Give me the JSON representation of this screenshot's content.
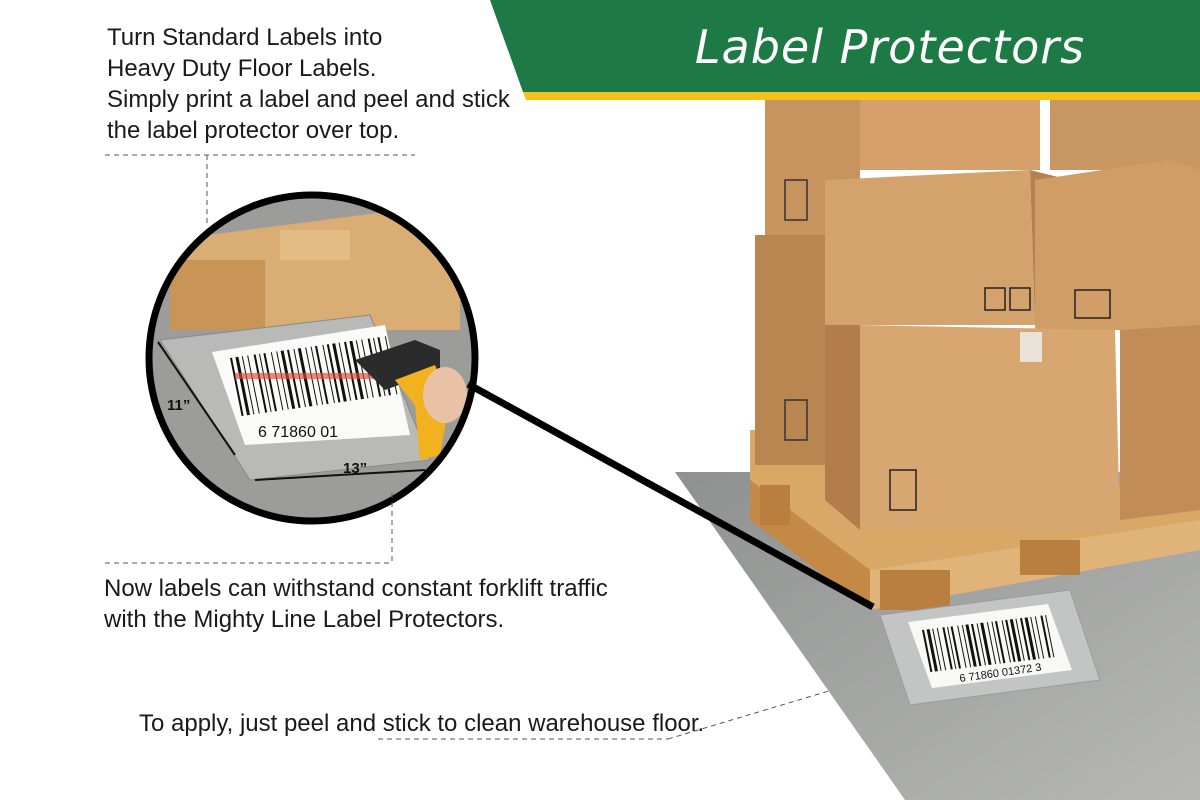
{
  "header": {
    "title": "Label Protectors",
    "colors": {
      "green": "#1d7a45",
      "yellow": "#f5c218"
    }
  },
  "intro": {
    "lines": [
      "Turn Standard Labels into",
      "Heavy Duty Floor Labels.",
      "Simply print a label and peel and stick",
      "the label protector over top."
    ]
  },
  "middle": {
    "lines": [
      "Now labels can withstand constant forklift traffic",
      "with the Mighty Line Label Protectors."
    ]
  },
  "bottom": {
    "text": "To apply, just peel and stick to clean warehouse floor."
  },
  "inset": {
    "dimension_height": "11”",
    "dimension_width": "13”",
    "barcode_digits": "6  71860  01"
  },
  "scene": {
    "barcode_digits": "6  71860  01372  3"
  }
}
